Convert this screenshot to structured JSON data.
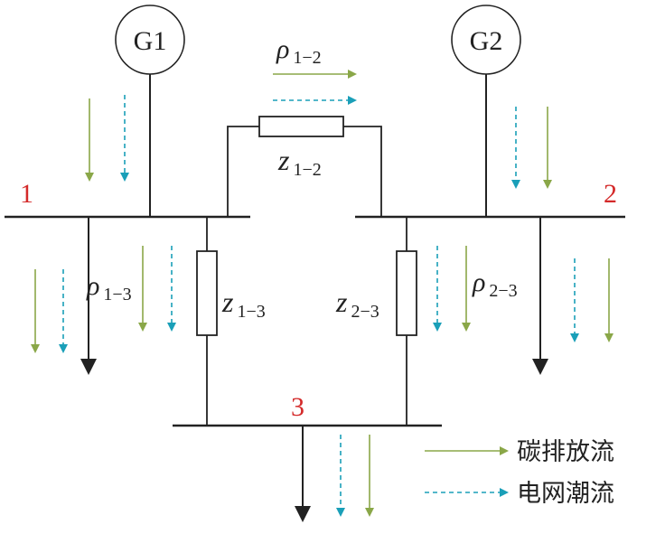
{
  "generators": {
    "g1": "G1",
    "g2": "G2"
  },
  "buses": {
    "b1": "1",
    "b2": "2",
    "b3": "3"
  },
  "impedances": {
    "z12": {
      "base": "z",
      "sub": "1−2"
    },
    "z13": {
      "base": "z",
      "sub": "1−3"
    },
    "z23": {
      "base": "z",
      "sub": "2−3"
    }
  },
  "carbon_rates": {
    "p12": {
      "base": "ρ",
      "sub": "1−2"
    },
    "p13": {
      "base": "ρ",
      "sub": "1−3"
    },
    "p23": {
      "base": "ρ",
      "sub": "2−3"
    }
  },
  "legend": {
    "carbon": "碳排放流",
    "power": "电网潮流"
  },
  "colors": {
    "carbon_green": "#8aa748",
    "power_teal": "#1a9fb8",
    "bus_label_red": "#d42a2a",
    "line_black": "#222222"
  }
}
